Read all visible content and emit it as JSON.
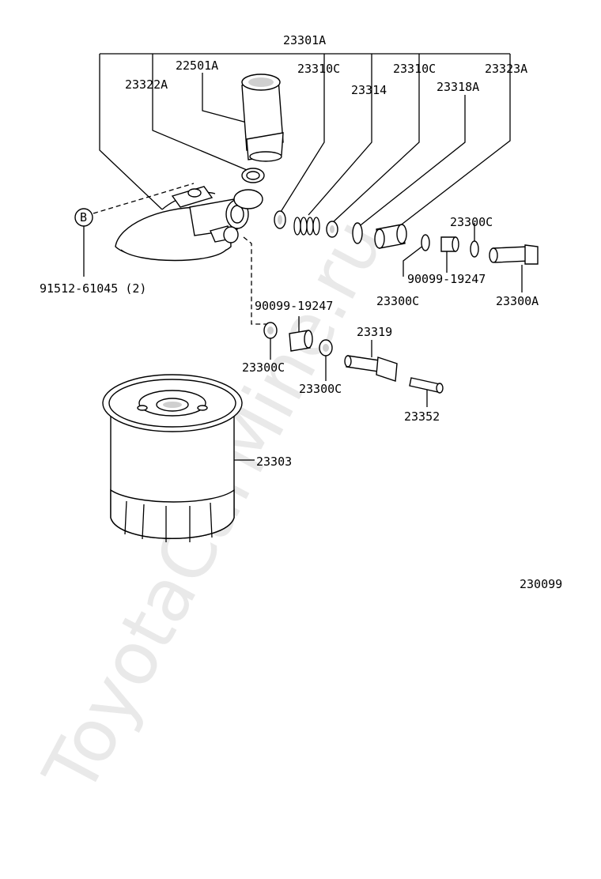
{
  "watermark": "ToyotaCarMine.ru",
  "diagram_code": "230099",
  "reference_marker": "B",
  "labels": {
    "p23301A": "23301A",
    "p22501A": "22501A",
    "p23322A": "23322A",
    "p23310C_a": "23310C",
    "p23314": "23314",
    "p23310C_b": "23310C",
    "p23318A": "23318A",
    "p23323A": "23323A",
    "p91512": "91512-61045 (2)",
    "p23300C_a": "23300C",
    "p90099_a": "90099-19247",
    "p23300C_b": "23300C",
    "p23300A": "23300A",
    "p90099_b": "90099-19247",
    "p23319": "23319",
    "p23300C_c": "23300C",
    "p23300C_d": "23300C",
    "p23352": "23352",
    "p23303": "23303"
  }
}
